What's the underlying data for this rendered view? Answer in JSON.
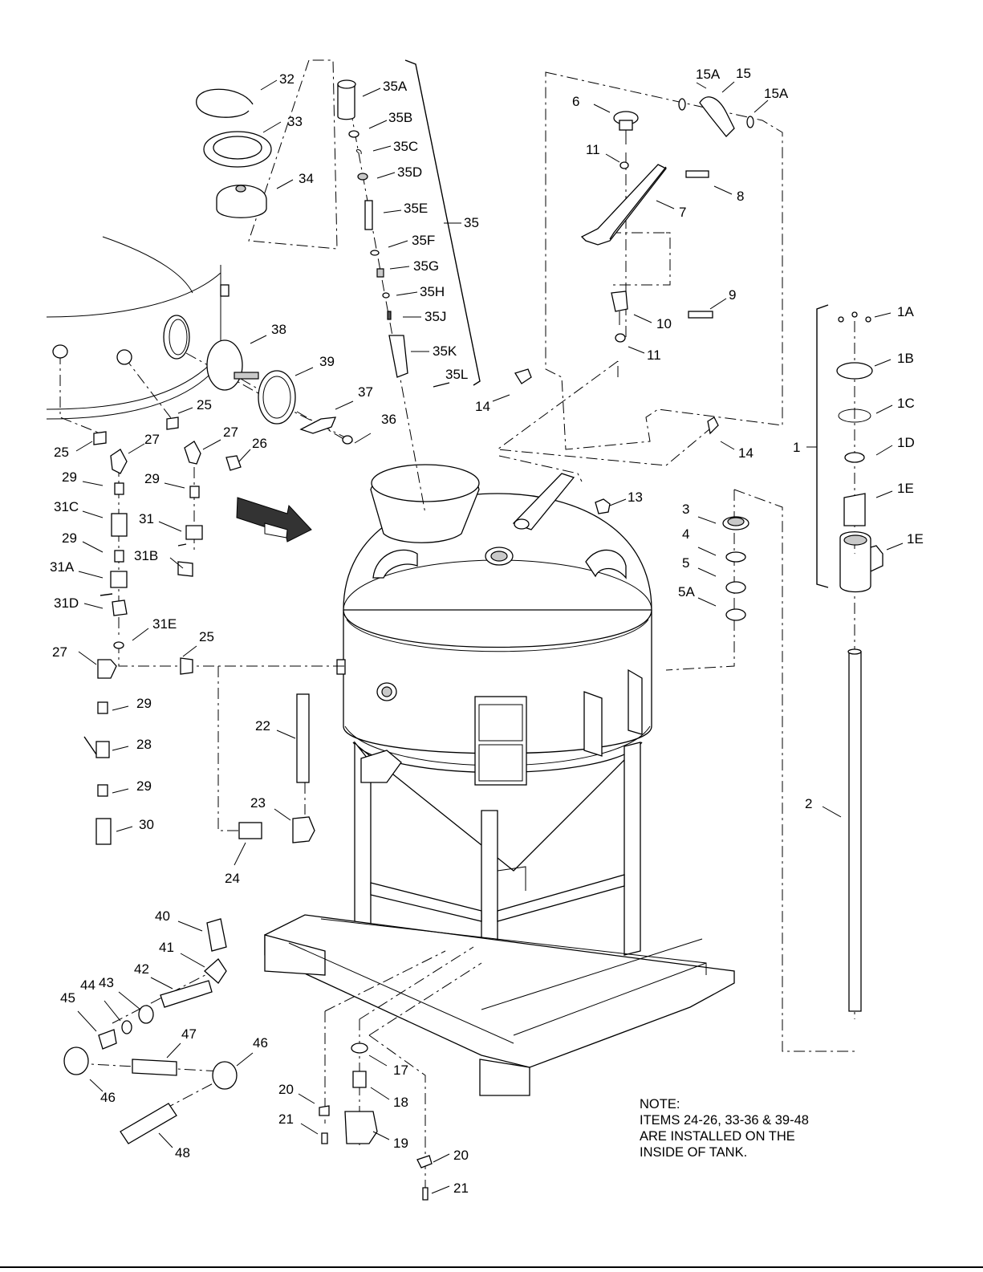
{
  "labels": {
    "l32": "32",
    "l33": "33",
    "l34": "34",
    "l35": "35",
    "l35A": "35A",
    "l35B": "35B",
    "l35C": "35C",
    "l35D": "35D",
    "l35E": "35E",
    "l35F": "35F",
    "l35G": "35G",
    "l35H": "35H",
    "l35J": "35J",
    "l35K": "35K",
    "l35L": "35L",
    "l6": "6",
    "l7": "7",
    "l8": "8",
    "l9": "9",
    "l10": "10",
    "l11a": "11",
    "l11b": "11",
    "l15": "15",
    "l15Aa": "15A",
    "l15Ab": "15A",
    "l13": "13",
    "l14a": "14",
    "l14b": "14",
    "l1": "1",
    "l1A": "1A",
    "l1B": "1B",
    "l1C": "1C",
    "l1D": "1D",
    "l1Ea": "1E",
    "l1Eb": "1E",
    "l2": "2",
    "l3": "3",
    "l4": "4",
    "l5": "5",
    "l5A": "5A",
    "l36": "36",
    "l37": "37",
    "l38": "38",
    "l39": "39",
    "l25a": "25",
    "l25b": "25",
    "l25c": "25",
    "l26": "26",
    "l27a": "27",
    "l27b": "27",
    "l27c": "27",
    "l29a": "29",
    "l29b": "29",
    "l29c": "29",
    "l29d": "29",
    "l29e": "29",
    "l31": "31",
    "l31A": "31A",
    "l31B": "31B",
    "l31C": "31C",
    "l31D": "31D",
    "l31E": "31E",
    "l28": "28",
    "l30": "30",
    "l22": "22",
    "l23": "23",
    "l24": "24",
    "l40": "40",
    "l41": "41",
    "l42": "42",
    "l43": "43",
    "l44": "44",
    "l45": "45",
    "l46a": "46",
    "l46b": "46",
    "l47": "47",
    "l48": "48",
    "l17": "17",
    "l18": "18",
    "l19": "19",
    "l20a": "20",
    "l20b": "20",
    "l21a": "21",
    "l21b": "21"
  },
  "note": {
    "line1": "NOTE:",
    "line2": "ITEMS 24-26, 33-36 & 39-48",
    "line3": "ARE INSTALLED ON THE",
    "line4": "INSIDE OF TANK."
  }
}
